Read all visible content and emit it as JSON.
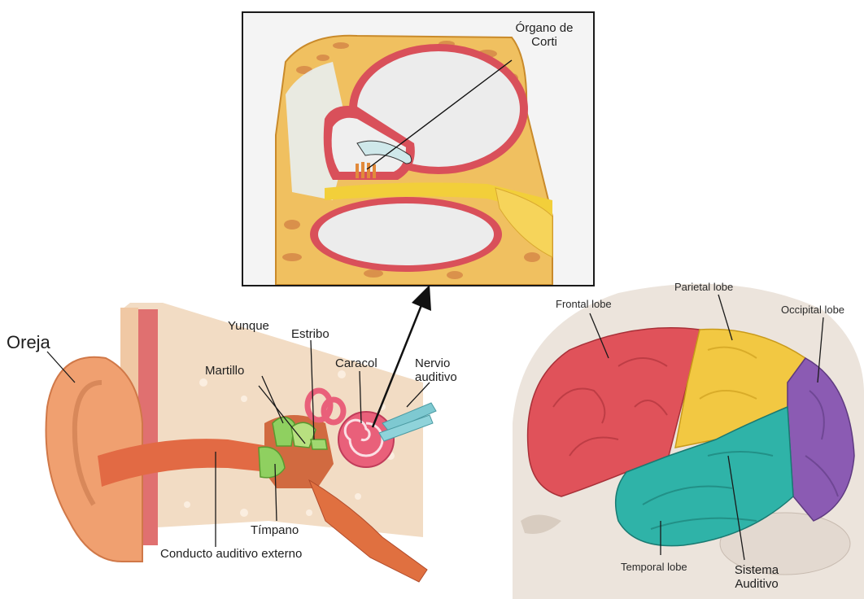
{
  "corti_inset": {
    "label_line1": "Órgano de",
    "label_line2": "Corti"
  },
  "ear": {
    "oreja": "Oreja",
    "yunque": "Yunque",
    "estribo": "Estribo",
    "martillo": "Martillo",
    "caracol": "Caracol",
    "nervio_line1": "Nervio",
    "nervio_line2": "auditivo",
    "timpano": "Tímpano",
    "conducto": "Conducto auditivo externo"
  },
  "brain": {
    "frontal": "Frontal lobe",
    "parietal": "Parietal lobe",
    "occipital": "Occipital lobe",
    "temporal": "Temporal lobe",
    "sistema_line1": "Sistema",
    "sistema_line2": "Auditivo"
  },
  "colors": {
    "frontal": "#e0525a",
    "parietal": "#f2c842",
    "occipital": "#8b5bb3",
    "temporal": "#2fb3a8",
    "ear_skin": "#f0a070",
    "bone": "#f2dcc4",
    "cochlea": "#e9607a",
    "nerve": "#7ec9d1",
    "corti_bone": "#f0c060",
    "corti_wall": "#d9505a"
  }
}
